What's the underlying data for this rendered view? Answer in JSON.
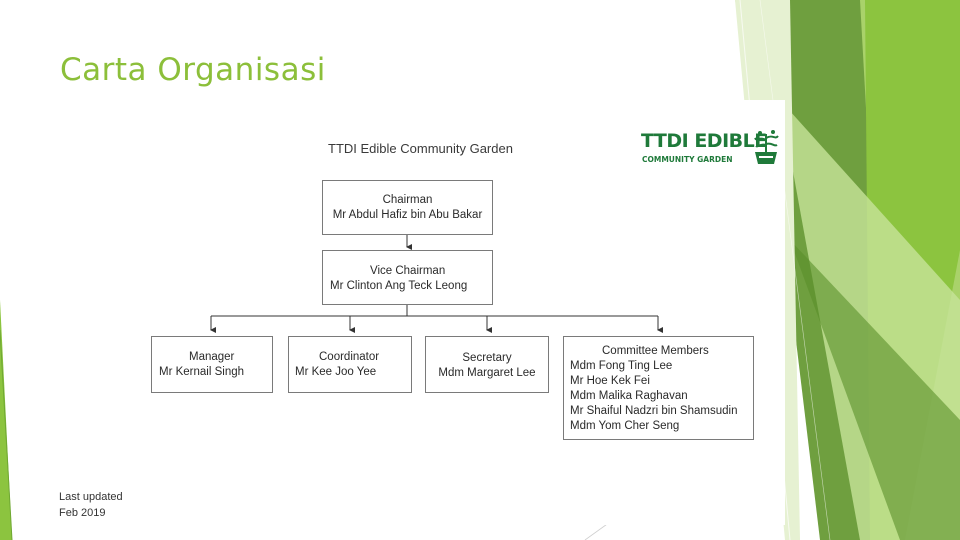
{
  "slide": {
    "title": "Carta Organisasi",
    "accent_color": "#8cbf3a"
  },
  "diagram": {
    "title": "TTDI Edible Community Garden",
    "chairman": {
      "role": "Chairman",
      "name": "Mr Abdul Hafiz bin Abu Bakar"
    },
    "vice_chairman": {
      "role": "Vice Chairman",
      "name": "Mr Clinton Ang Teck Leong"
    },
    "manager": {
      "role": "Manager",
      "name": "Mr Kernail Singh"
    },
    "coordinator": {
      "role": "Coordinator",
      "name": "Mr Kee Joo Yee"
    },
    "secretary": {
      "role": "Secretary",
      "name": "Mdm Margaret Lee"
    },
    "committee": {
      "role": "Committee Members",
      "members": [
        "Mdm Fong Ting Lee",
        "Mr Hoe Kek Fei",
        "Mdm Malika Raghavan",
        "Mr Shaiful Nadzri bin Shamsudin",
        "Mdm Yom Cher Seng"
      ]
    }
  },
  "logo": {
    "text": "TTDI EDIBLE",
    "subtext": "COMMUNITY GARDEN",
    "icon": "plant-pot-icon",
    "color": "#1f7a3a"
  },
  "footer": {
    "line1": "Last updated",
    "line2": "Feb 2019"
  }
}
